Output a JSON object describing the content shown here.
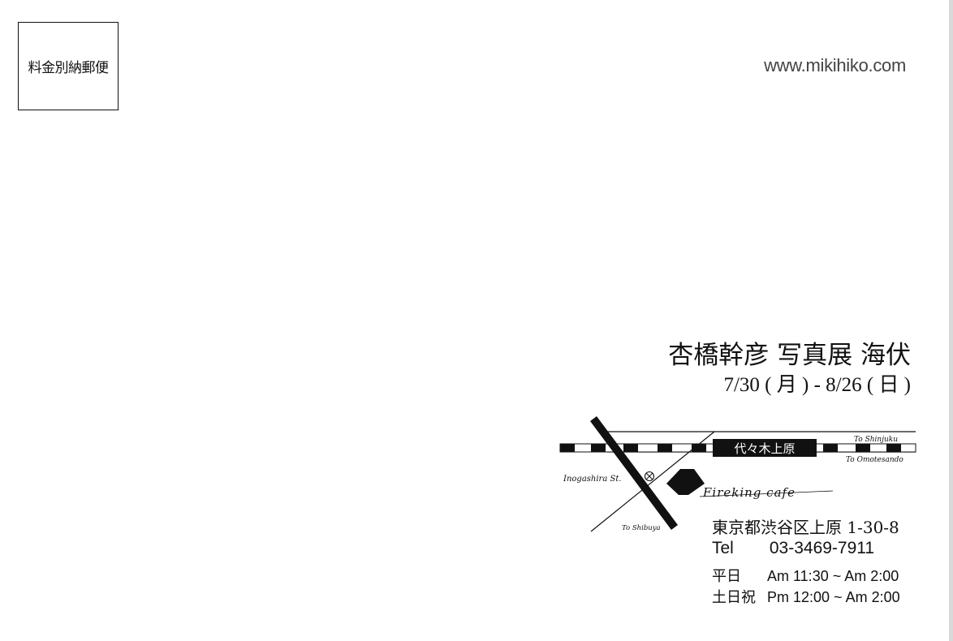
{
  "postage": {
    "label": "料金別納郵便"
  },
  "website": "www.mikihiko.com",
  "exhibition": {
    "title": "杏橋幹彦 写真展 海伏",
    "dates": "7/30 ( 月 ) - 8/26 ( 日 )"
  },
  "map": {
    "station_label": "代々木上原",
    "to_shinjuku": "To Shinjuku",
    "to_omotesando": "To Omotesando",
    "inogashira": "Inogashira St.",
    "to_shibuya": "To Shibuya",
    "cafe_name": "Fireking cafe"
  },
  "venue": {
    "address": "東京都渋谷区上原 1-30-8",
    "tel_label": "Tel",
    "tel_number": "03-3469-7911",
    "hours": [
      {
        "day": "平日",
        "time": "Am 11:30 ~ Am 2:00"
      },
      {
        "day": "土日祝",
        "time": "Pm 12:00 ~ Am 2:00"
      }
    ]
  }
}
